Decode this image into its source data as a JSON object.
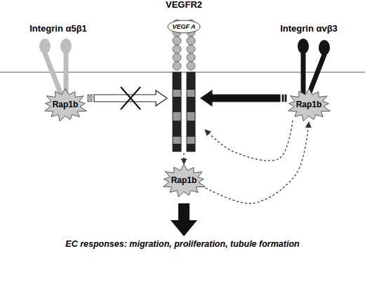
{
  "diagram": {
    "nodes": [
      {
        "text": [
          "VEGFR2"
        ]
      },
      {
        "text": [
          "VEGF A"
        ],
        "in": 0
      },
      {
        "text": [
          "Integrin α5β1"
        ]
      },
      {
        "text": [
          "Integrin αvβ3"
        ]
      },
      {
        "text": [
          "Rap1b"
        ]
      },
      {
        "text": [
          "Rap1b"
        ]
      },
      {
        "text": [
          "Rap1b"
        ]
      }
    ],
    "edges": [
      {
        "from": 4,
        "to": 0,
        "arrow": "to"
      },
      {
        "from": 5,
        "to": 0,
        "arrow": "to"
      },
      {
        "from": 0,
        "to": 6,
        "arrow": "to"
      },
      {
        "from": 6,
        "to": 5,
        "arrow": "to"
      },
      {
        "from": 5,
        "to": 0,
        "arrow": "to"
      }
    ],
    "labels": [
      "EC responses: migration, proliferation, tubule formation"
    ]
  }
}
